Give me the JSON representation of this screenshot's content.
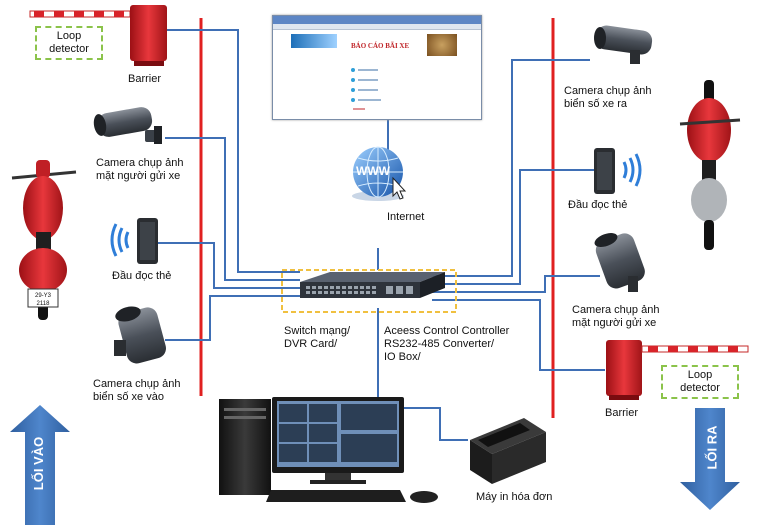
{
  "labels": {
    "loop_detector_left": "Loop\ndetector",
    "barrier_left": "Barrier",
    "camera_face_in": "Camera chụp ảnh\nmặt người gửi xe",
    "card_reader_left": "Đầu đọc thẻ",
    "camera_plate_in": "Camera chụp ảnh\nbiển số xe vào",
    "exit_gate_arrow": "LỐI VÀO",
    "switch": "Switch mạng/\nDVR Card/",
    "controller": "Aceess Control Controller\nRS232-485 Converter/\nIO Box/",
    "internet": "Internet",
    "www": "WWW",
    "camera_plate_out": "Camera chụp ảnh\nbiển số xe ra",
    "card_reader_right": "Đầu đọc thẻ",
    "camera_face_out": "Camera chụp ảnh\nmặt người gửi xe",
    "barrier_right": "Barrier",
    "loop_detector_right": "Loop\ndetector",
    "entry_gate_arrow": "LỐI RA",
    "printer": "Máy in hóa đơn",
    "plate_left": "29-Y3\n2118"
  },
  "browser_page": {
    "title": "BÁO CÁO BÃI XE",
    "links": [
      "",
      "",
      "",
      ""
    ]
  },
  "colors": {
    "wire": "#3f6fb5",
    "gate_line": "#e02020",
    "arrow": "#3f73b8",
    "loop_border": "#8bc34a",
    "switch_border": "#f0c040",
    "barrier_red": "#d8242a"
  }
}
